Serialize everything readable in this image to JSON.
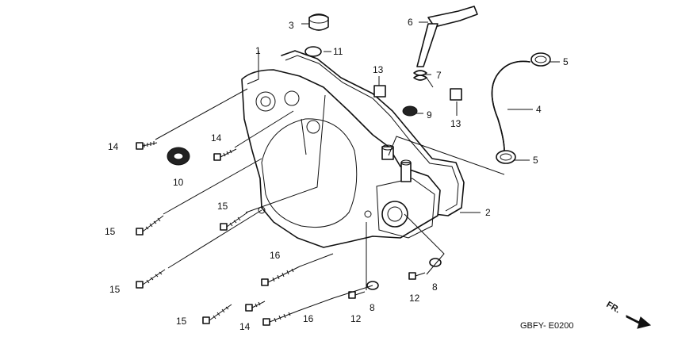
{
  "diagram": {
    "code": "GBFY- E0200",
    "direction_label": "FR.",
    "callouts": [
      "1",
      "2",
      "3",
      "4",
      "5",
      "5",
      "6",
      "7",
      "8",
      "8",
      "9",
      "10",
      "11",
      "12",
      "12",
      "13",
      "13",
      "14",
      "14",
      "14",
      "15",
      "15",
      "15",
      "15",
      "16",
      "16"
    ]
  }
}
